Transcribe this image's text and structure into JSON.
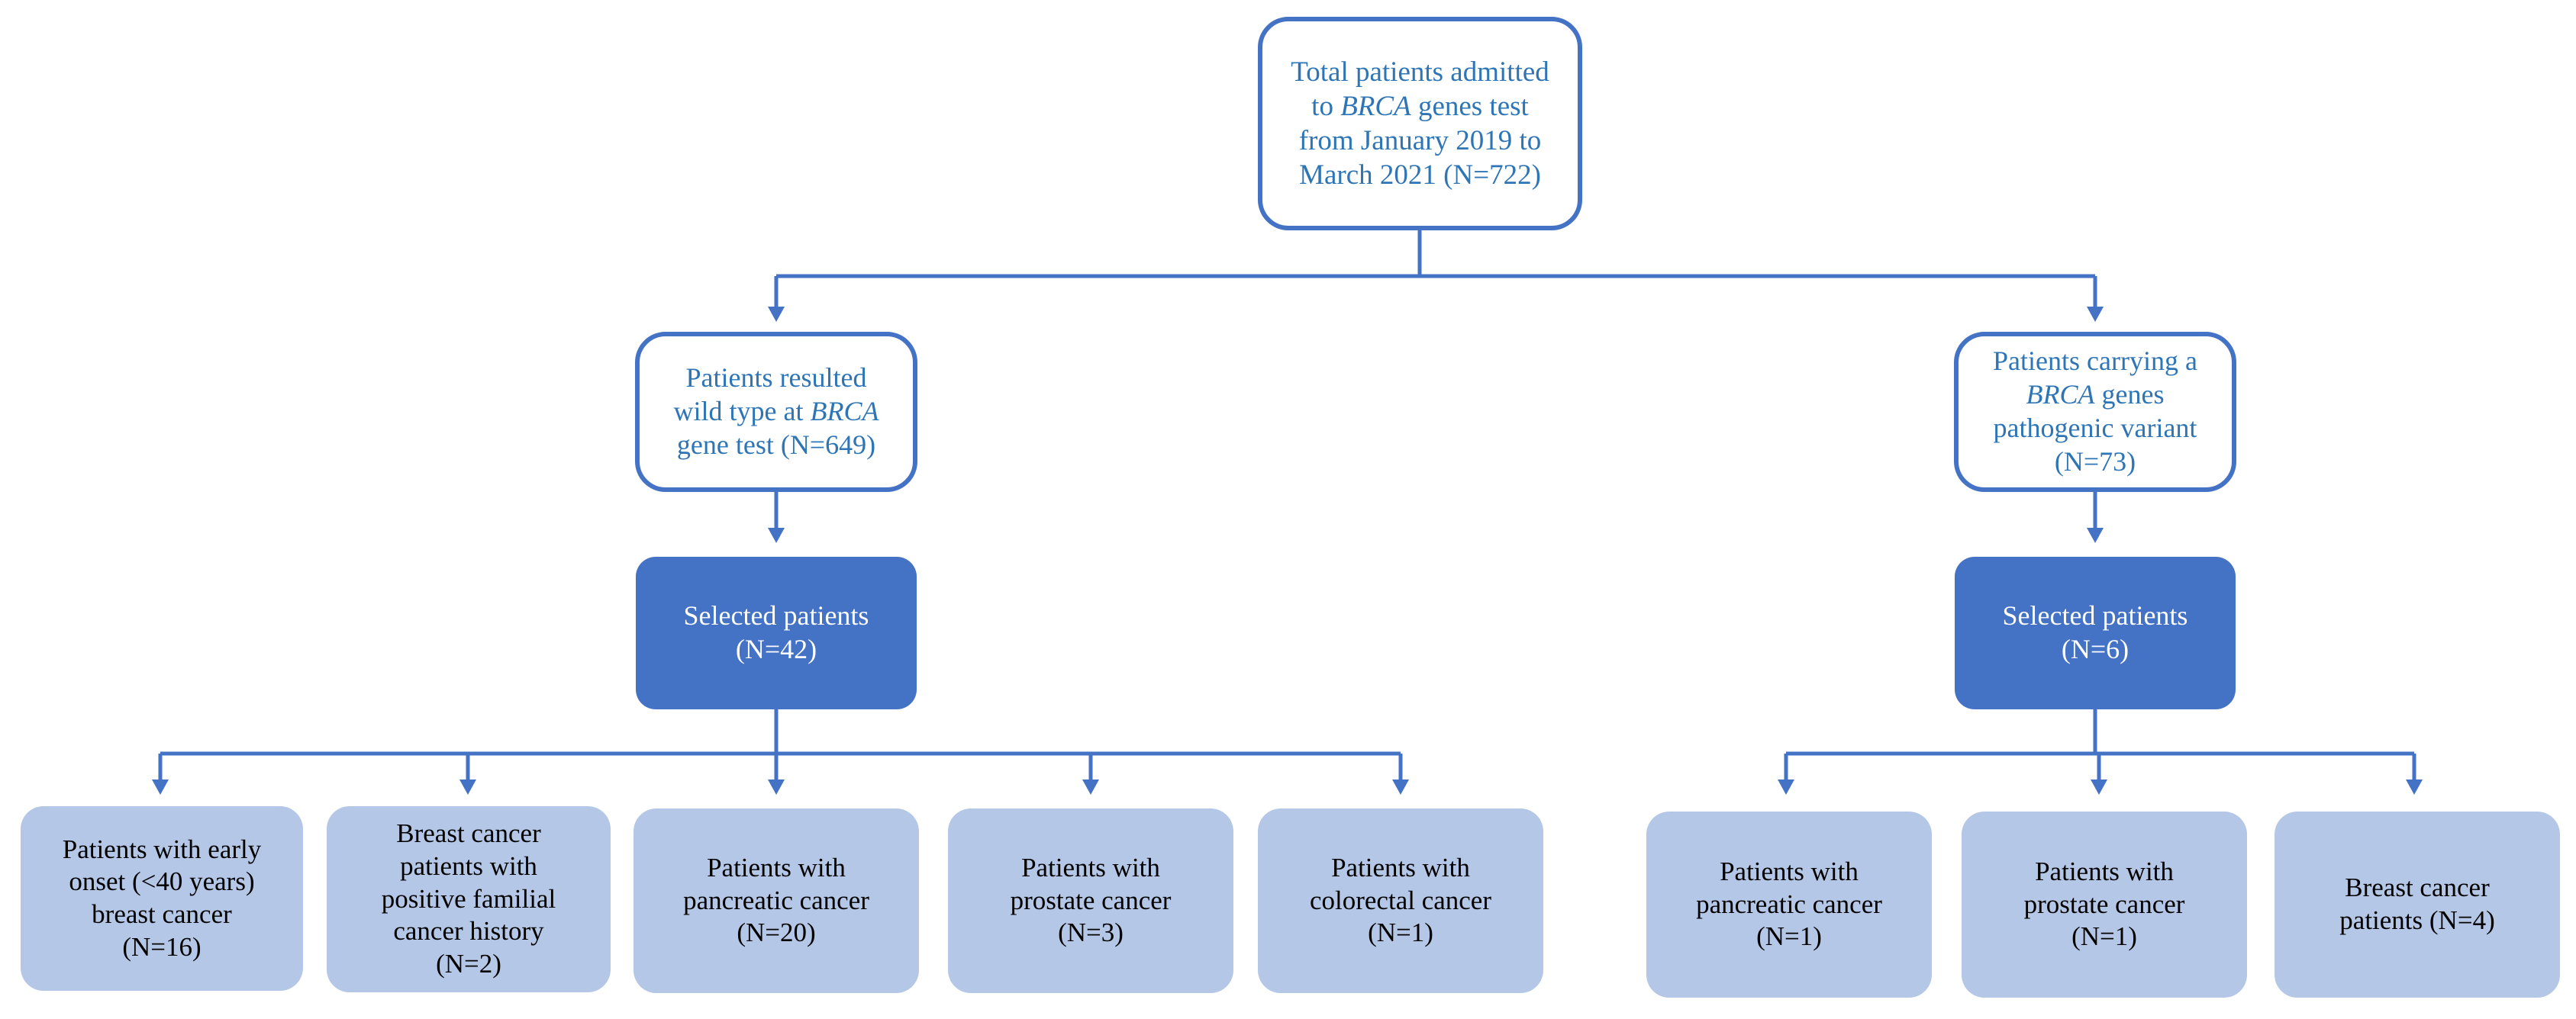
{
  "colors": {
    "line": "#4472c4",
    "outline_text": "#2e75b6",
    "solid_fill": "#4472c4",
    "leaf_fill": "#b4c7e7"
  },
  "root": {
    "l1": "Total patients admitted",
    "l2a": "to ",
    "l2b": "BRCA",
    "l2c": " genes test",
    "l3": "from January 2019 to",
    "l4": "March 2021 (N=722)"
  },
  "wild": {
    "l1": "Patients resulted",
    "l2a": "wild type at ",
    "l2b": "BRCA",
    "l3": "gene test (N=649)"
  },
  "carry": {
    "l1": "Patients carrying a",
    "l2a": "BRCA",
    "l2b": " genes",
    "l3": "pathogenic variant",
    "l4": "(N=73)"
  },
  "sel_left": {
    "l1": "Selected patients",
    "l2": "(N=42)"
  },
  "sel_right": {
    "l1": "Selected patients",
    "l2": "(N=6)"
  },
  "leaves_left": [
    {
      "lines": [
        "Patients with early",
        "onset (<40  years)",
        "breast cancer",
        "(N=16)"
      ]
    },
    {
      "lines": [
        "Breast cancer",
        "patients with",
        "positive familial",
        "cancer history",
        "(N=2)"
      ]
    },
    {
      "lines": [
        "Patients with",
        "pancreatic cancer",
        "(N=20)"
      ]
    },
    {
      "lines": [
        "Patients with",
        "prostate cancer",
        "(N=3)"
      ]
    },
    {
      "lines": [
        "Patients with",
        "colorectal cancer",
        "(N=1)"
      ]
    }
  ],
  "leaves_right": [
    {
      "lines": [
        "Patients with",
        "pancreatic cancer",
        "(N=1)"
      ]
    },
    {
      "lines": [
        "Patients with",
        "prostate cancer",
        "(N=1)"
      ]
    },
    {
      "lines": [
        "Breast cancer",
        "patients (N=4)"
      ]
    }
  ]
}
